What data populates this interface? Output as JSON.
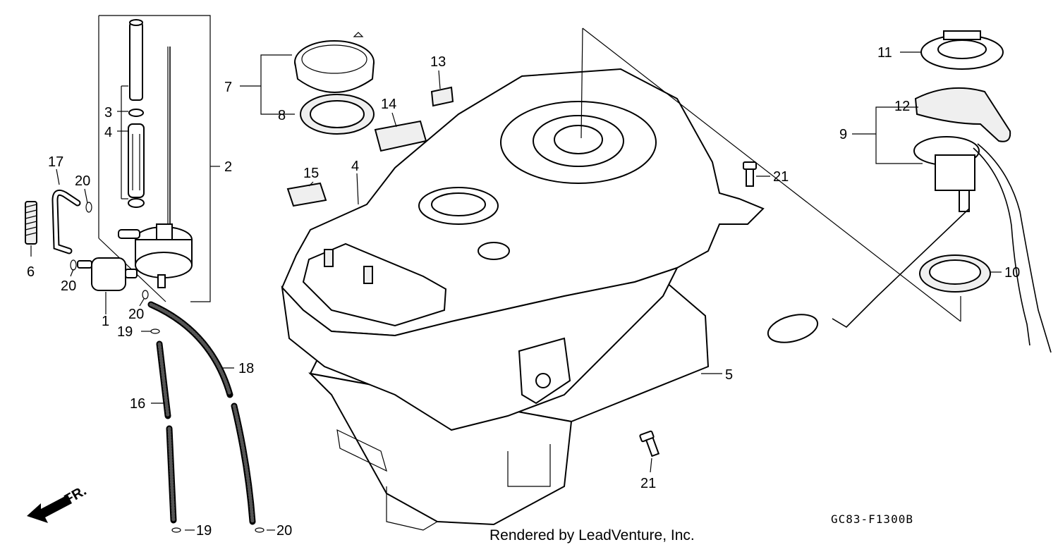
{
  "callouts": {
    "c1": "1",
    "c2": "2",
    "c3": "3",
    "c4": "4",
    "c4b": "4",
    "c5": "5",
    "c6": "6",
    "c7": "7",
    "c8": "8",
    "c9": "9",
    "c10": "10",
    "c11": "11",
    "c12": "12",
    "c13": "13",
    "c14": "14",
    "c15": "15",
    "c16": "16",
    "c17": "17",
    "c18": "18",
    "c19a": "19",
    "c19b": "19",
    "c20a": "20",
    "c20b": "20",
    "c20c": "20",
    "c20d": "20",
    "c21a": "21",
    "c21b": "21"
  },
  "direction_label": "FR.",
  "diagram_code": "GC83-F1300B",
  "credit": "Rendered by LeadVenture, Inc."
}
